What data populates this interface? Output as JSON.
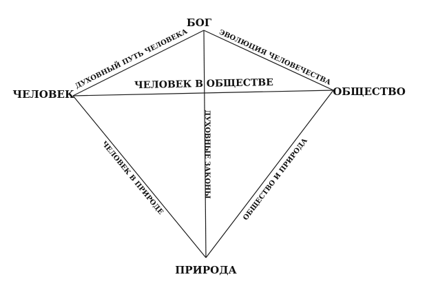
{
  "colors": {
    "background": "#ffffff",
    "ink": "#111111"
  },
  "nodes": {
    "top": "БОГ",
    "left": "ЧЕЛОВЕК",
    "right": "ОБЩЕСТВО",
    "bottom": "ПРИРОДА"
  },
  "edges": {
    "top_left": "ДУХОВНЫЙ ПУТЬ ЧЕЛОВЕКА",
    "top_right": "ЭВОЛЮЦИЯ ЧЕЛОВЕЧЕСТВА",
    "left_right": "ЧЕЛОВЕК В ОБЩЕСТВЕ",
    "top_bottom": "ДУХОВНЫЕ ЗАКОНЫ",
    "left_bottom": "ЧЕЛОВЕК В ПРИРОДЕ",
    "right_bottom": "ОБЩЕСТВО И ПРИРОДА"
  }
}
